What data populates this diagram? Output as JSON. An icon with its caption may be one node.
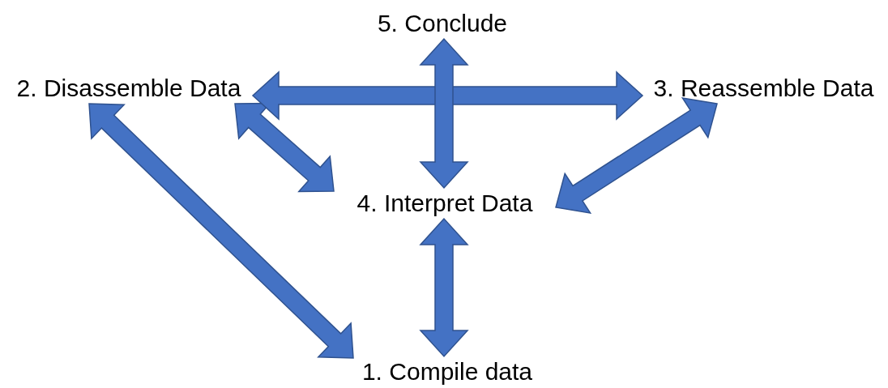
{
  "diagram": {
    "nodes": [
      {
        "text": [
          "5. Conclude"
        ]
      },
      {
        "text": [
          "2. Disassemble Data"
        ]
      },
      {
        "text": [
          "3. Reassemble Data"
        ]
      },
      {
        "text": [
          "4. Interpret Data"
        ]
      },
      {
        "text": [
          "1. Compile data"
        ]
      }
    ],
    "edges": [
      {
        "from": 1,
        "to": 4,
        "arrow": "both",
        "style": "thick"
      },
      {
        "from": 1,
        "to": 3,
        "arrow": "both",
        "style": "thick"
      },
      {
        "from": 2,
        "to": 3,
        "arrow": "both",
        "style": "thick"
      },
      {
        "from": 3,
        "to": 4,
        "arrow": "both",
        "style": "thick"
      },
      {
        "from": 1,
        "to": 2,
        "arrow": "both",
        "style": "thick"
      },
      {
        "from": 0,
        "to": 3,
        "arrow": "both",
        "style": "thick"
      }
    ]
  }
}
